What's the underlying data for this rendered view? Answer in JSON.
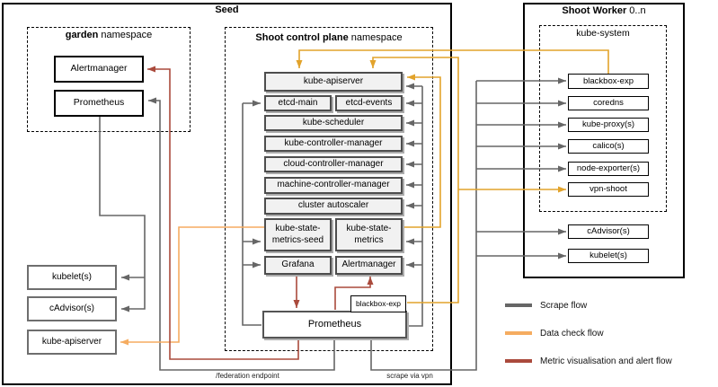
{
  "seed": {
    "title": "Seed",
    "garden_namespace": {
      "label_bold": "garden",
      "label_rest": "namespace",
      "alertmanager": "Alertmanager",
      "prometheus": "Prometheus"
    },
    "control_plane_namespace": {
      "label_bold": "Shoot control plane",
      "label_rest": "namespace",
      "kube_apiserver": "kube-apiserver",
      "etcd_main": "etcd-main",
      "etcd_events": "etcd-events",
      "kube_scheduler": "kube-scheduler",
      "kube_controller_manager": "kube-controller-manager",
      "cloud_controller_manager": "cloud-controller-manager",
      "machine_controller_manager": "machine-controller-manager",
      "cluster_autoscaler": "cluster autoscaler",
      "kube_state_metrics_seed": "kube-state-metrics-seed",
      "kube_state_metrics": "kube-state-metrics",
      "grafana": "Grafana",
      "alertmanager": "Alertmanager",
      "blackbox_exporter": "blackbox-exp",
      "prometheus": "Prometheus"
    },
    "seed_nodes": {
      "kubelets": "kubelet(s)",
      "cadvisors": "cAdvisor(s)",
      "kube_apiserver": "kube-apiserver"
    }
  },
  "shoot_worker": {
    "title_bold": "Shoot Worker",
    "title_rest": "0..n",
    "kube_system_namespace": {
      "label": "kube-system",
      "blackbox_exporter": "blackbox-exp",
      "coredns": "coredns",
      "kube_proxy": "kube-proxy(s)",
      "calico": "calico(s)",
      "node_exporter": "node-exporter(s)",
      "vpn_shoot": "vpn-shoot"
    },
    "cadvisors": "cAdvisor(s)",
    "kubelets": "kubelet(s)"
  },
  "annotations": {
    "federation_endpoint": "/federation endpoint",
    "scrape_via_vpn": "scrape via vpn"
  },
  "legend": {
    "items": [
      {
        "label": "Scrape flow",
        "color": "#666666"
      },
      {
        "label": "Data check flow",
        "color": "#F5AC60"
      },
      {
        "label": "Metric visualisation and alert flow",
        "color": "#AA4A3C"
      }
    ]
  },
  "colors": {
    "scrape_flow": "#666666",
    "data_check_flow": "#E2A32B",
    "data_check_flow_light": "#F5AC60",
    "alert_flow": "#AA4A3C",
    "node_fill": "#F1F1F1",
    "node_border": "#4D4D4D"
  },
  "edges": [
    {
      "from": "prometheus-control-plane",
      "to": "kube-apiserver-control-plane",
      "flow": "scrape"
    },
    {
      "from": "prometheus-control-plane",
      "to": "etcd-main",
      "flow": "scrape"
    },
    {
      "from": "prometheus-control-plane",
      "to": "etcd-events",
      "flow": "scrape"
    },
    {
      "from": "prometheus-control-plane",
      "to": "kube-scheduler",
      "flow": "scrape"
    },
    {
      "from": "prometheus-control-plane",
      "to": "kube-controller-manager",
      "flow": "scrape"
    },
    {
      "from": "prometheus-control-plane",
      "to": "cloud-controller-manager",
      "flow": "scrape"
    },
    {
      "from": "prometheus-control-plane",
      "to": "machine-controller-manager",
      "flow": "scrape"
    },
    {
      "from": "prometheus-control-plane",
      "to": "cluster-autoscaler",
      "flow": "scrape"
    },
    {
      "from": "prometheus-control-plane",
      "to": "kube-state-metrics-seed",
      "flow": "scrape"
    },
    {
      "from": "prometheus-control-plane",
      "to": "kube-state-metrics",
      "flow": "scrape"
    },
    {
      "from": "prometheus-control-plane",
      "to": "grafana",
      "flow": "scrape"
    },
    {
      "from": "prometheus-control-plane",
      "to": "alertmanager-control-plane",
      "flow": "scrape"
    },
    {
      "from": "prometheus-control-plane",
      "to": "prometheus-garden",
      "flow": "scrape",
      "label": "/federation endpoint"
    },
    {
      "from": "prometheus-control-plane",
      "to": "blackbox-exp-worker",
      "flow": "scrape",
      "label": "scrape via vpn"
    },
    {
      "from": "prometheus-control-plane",
      "to": "coredns",
      "flow": "scrape"
    },
    {
      "from": "prometheus-control-plane",
      "to": "kube-proxy",
      "flow": "scrape"
    },
    {
      "from": "prometheus-control-plane",
      "to": "calico",
      "flow": "scrape"
    },
    {
      "from": "prometheus-control-plane",
      "to": "node-exporter",
      "flow": "scrape"
    },
    {
      "from": "prometheus-control-plane",
      "to": "cadvisor-worker",
      "flow": "scrape"
    },
    {
      "from": "prometheus-control-plane",
      "to": "kubelet-worker",
      "flow": "scrape"
    },
    {
      "from": "prometheus-garden",
      "to": "kubelet-seed",
      "flow": "scrape"
    },
    {
      "from": "prometheus-garden",
      "to": "cadvisor-seed",
      "flow": "scrape"
    },
    {
      "from": "blackbox-exp-worker",
      "to": "kube-apiserver-control-plane",
      "flow": "data-check"
    },
    {
      "from": "blackbox-exp-control-plane",
      "to": "kube-apiserver-control-plane",
      "flow": "data-check"
    },
    {
      "from": "blackbox-exp-control-plane",
      "to": "vpn-shoot",
      "flow": "data-check"
    },
    {
      "from": "kube-state-metrics",
      "to": "kube-apiserver-control-plane",
      "flow": "data-check"
    },
    {
      "from": "kube-state-metrics-seed",
      "to": "kube-apiserver-seed",
      "flow": "data-check"
    },
    {
      "from": "grafana",
      "to": "prometheus-control-plane",
      "flow": "alert"
    },
    {
      "from": "prometheus-control-plane",
      "to": "alertmanager-control-plane",
      "flow": "alert"
    },
    {
      "from": "prometheus-control-plane",
      "to": "alertmanager-garden",
      "flow": "alert"
    }
  ]
}
